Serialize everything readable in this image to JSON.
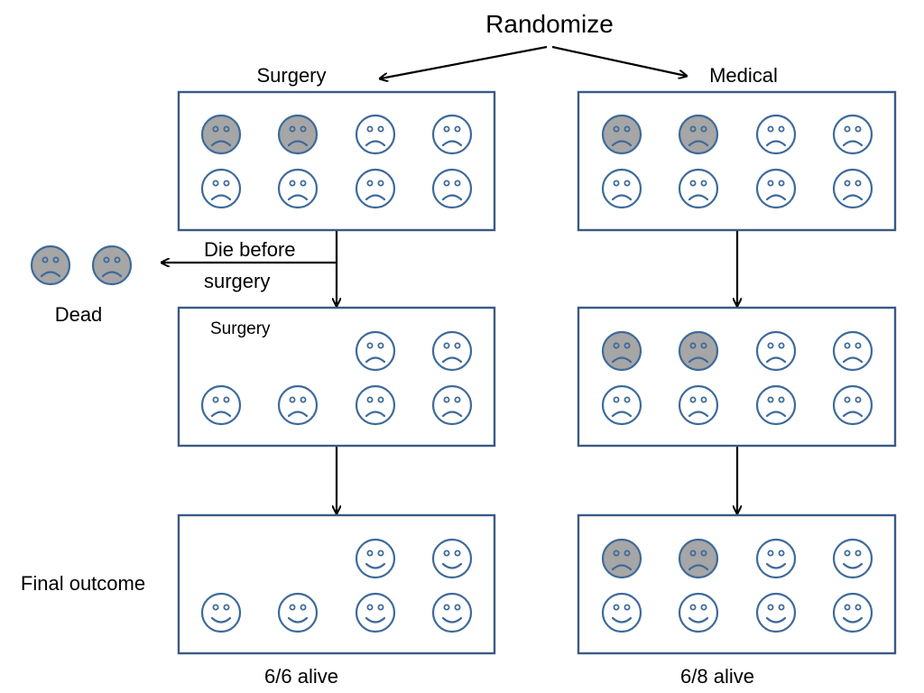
{
  "title": "Randomize",
  "colors": {
    "box_border": "#3a5a86",
    "face_outline": "#3d6a9a",
    "dead_fill": "#a6a6a6",
    "alive_fill": "#ffffff",
    "arrow": "#000000"
  },
  "labels": {
    "surgery_arm": "Surgery",
    "medical_arm": "Medical",
    "die_before_line1": "Die before",
    "die_before_line2": "surgery",
    "dead": "Dead",
    "surgery_box": "Surgery",
    "final_outcome": "Final outcome",
    "surgery_result": "6/6 alive",
    "medical_result": "6/8 alive"
  },
  "groups": {
    "surgery_randomized": {
      "dead": 2,
      "alive": 6,
      "expression": "sad"
    },
    "medical_randomized": {
      "dead": 2,
      "alive": 6,
      "expression": "sad"
    },
    "died_before_surgery": {
      "dead": 2,
      "expression": "sad"
    },
    "surgery_treated": {
      "dead": 0,
      "alive": 6,
      "expression": "sad"
    },
    "medical_treated": {
      "dead": 2,
      "alive": 6,
      "expression": "sad"
    },
    "surgery_final": {
      "dead": 0,
      "alive": 6,
      "expression": "happy"
    },
    "medical_final": {
      "dead": 2,
      "alive": 6,
      "expression": "sad-dead-happy-alive"
    }
  }
}
